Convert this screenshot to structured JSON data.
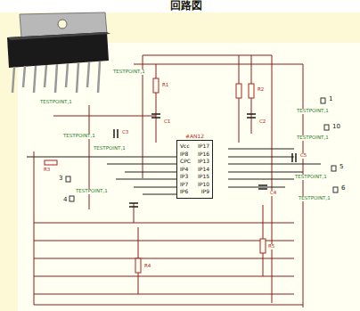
{
  "diagram": {
    "nodes": [
      {
        "text": [
          "#AN12",
          "Vcc",
          "IP8",
          "CPC",
          "IP4",
          "IP3",
          "IP7",
          "IP6",
          "IP17",
          "IP16",
          "IP13",
          "IP14",
          "IP15",
          "IP10",
          "IP9"
        ]
      }
    ],
    "labels": [
      "回路図",
      "TESTPOINT,1",
      "TESTPOINT,1",
      "TESTPOINT,1",
      "TESTPOINT,1",
      "TESTPOINT,1",
      "TESTPOINT,1",
      "TESTPOINT,1",
      "TESTPOINT,1",
      "TESTPOINT,1",
      "1",
      "10",
      "5",
      "6",
      "3",
      "4",
      "R1",
      "C1",
      "R2",
      "C2",
      "R3",
      "C3",
      "R4",
      "R5",
      "C4",
      "C5"
    ]
  }
}
